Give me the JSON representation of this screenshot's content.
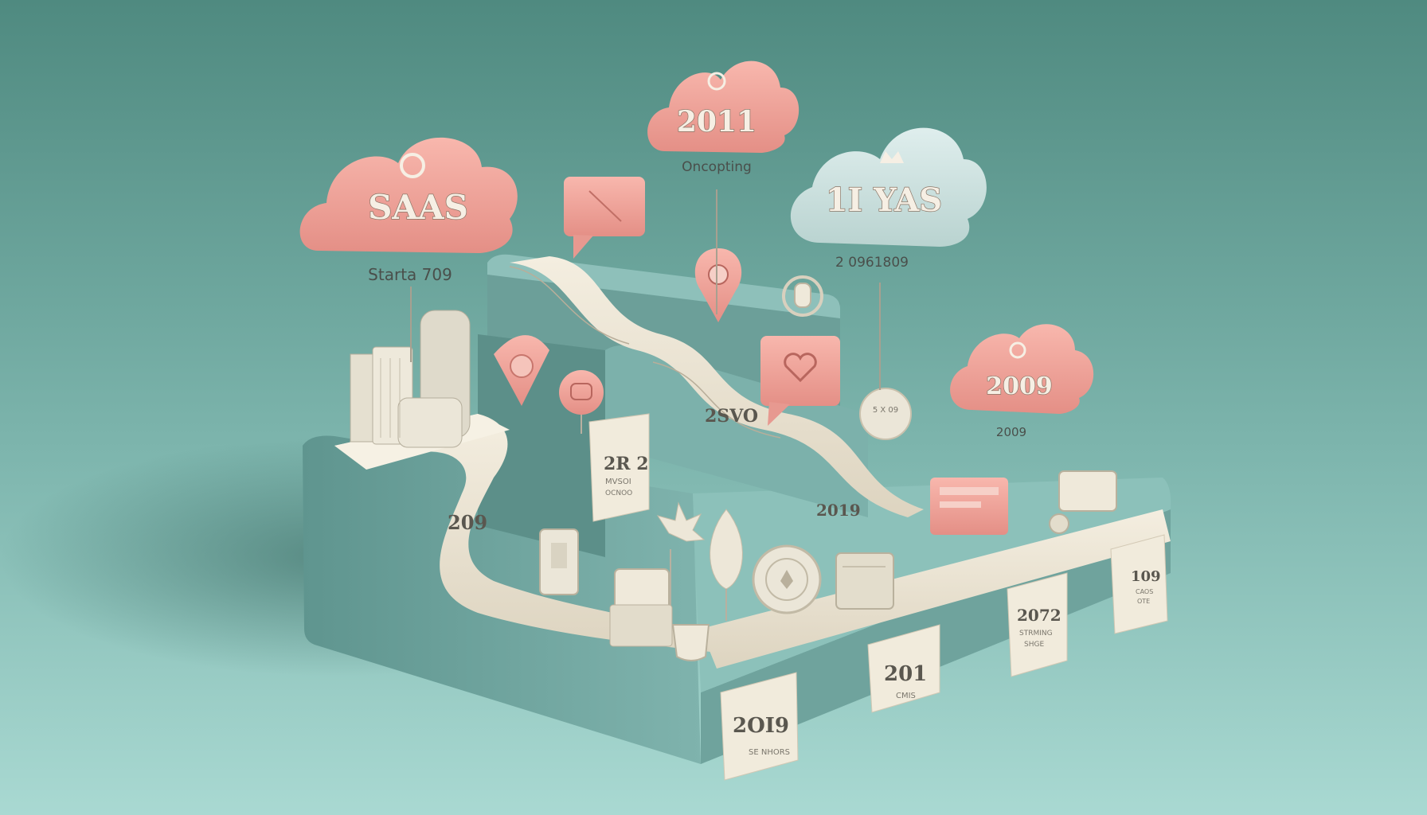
{
  "colors": {
    "background_top": "#4f8a80",
    "background_bottom": "#a9d9d2",
    "teal_block": "#73a7a1",
    "teal_dark": "#5d918b",
    "road": "#efe8d8",
    "pink": "#f1a59b",
    "pale_blue": "#cfe1df",
    "cream": "#e6e1d1"
  },
  "clouds": [
    {
      "id": "saas",
      "title": "SAAS",
      "caption": "Starta 709",
      "color": "pink",
      "icon": "pin-icon"
    },
    {
      "id": "top",
      "title": "2011",
      "caption": "Oncopting",
      "color": "pink",
      "icon": "gear-icon"
    },
    {
      "id": "ryas",
      "title": "1I YAS",
      "caption": "2 0961809",
      "color": "pale_blue",
      "icon": "crown-icon"
    },
    {
      "id": "right",
      "title": "2009",
      "caption": "2009",
      "color": "pink",
      "icon": "camera-icon"
    }
  ],
  "road_labels": [
    {
      "id": "r1",
      "text": "2R 2",
      "sub": "MVSOI"
    },
    {
      "id": "r1b",
      "text": "",
      "sub": "OCNOO"
    },
    {
      "id": "r2",
      "text": "2SVO",
      "sub": ""
    },
    {
      "id": "r3",
      "text": "209",
      "sub": ""
    },
    {
      "id": "r4",
      "text": "2019",
      "sub": ""
    },
    {
      "id": "r5",
      "text": "201",
      "sub": "CMIS"
    },
    {
      "id": "r6",
      "text": "2OI9",
      "sub": "SE NHORS"
    },
    {
      "id": "r7",
      "text": "2072",
      "sub": "STRMING"
    },
    {
      "id": "r7b",
      "text": "",
      "sub": "SHGE"
    },
    {
      "id": "r8",
      "text": "109",
      "sub": "CAOS"
    },
    {
      "id": "r8b",
      "text": "",
      "sub": "OTE"
    }
  ],
  "badge": {
    "text": "5 X 09"
  }
}
